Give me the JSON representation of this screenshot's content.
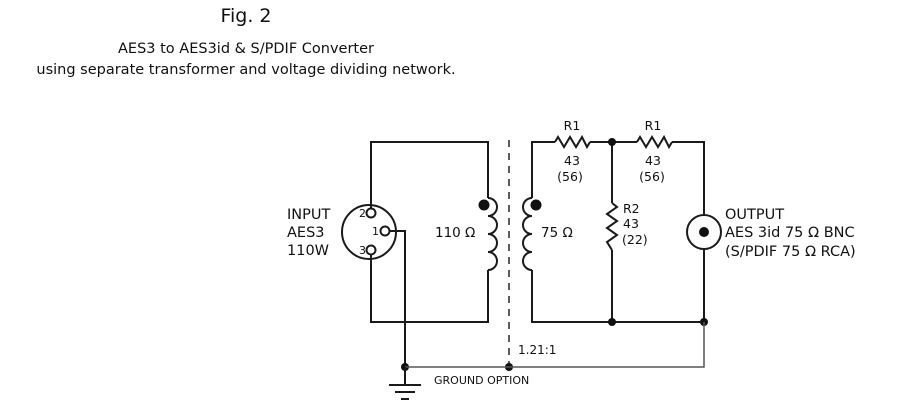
{
  "figure": {
    "title": "Fig. 2",
    "subtitle_line1": "AES3 to AES3id & S/PDIF Converter",
    "subtitle_line2": "using separate transformer and voltage dividing network."
  },
  "input": {
    "label_line1": "INPUT",
    "label_line2": "AES3",
    "label_line3": "110W",
    "pins": [
      "2",
      "1",
      "3"
    ]
  },
  "transformer": {
    "primary_impedance": "110 Ω",
    "secondary_impedance": "75 Ω",
    "ratio": "1.21:1"
  },
  "resistors": {
    "r1_left": {
      "name": "R1",
      "value": "43",
      "alt_value": "(56)"
    },
    "r1_right": {
      "name": "R1",
      "value": "43",
      "alt_value": "(56)"
    },
    "r2": {
      "name": "R2",
      "value": "43",
      "alt_value": "(22)"
    }
  },
  "output": {
    "label_line1": "OUTPUT",
    "label_line2": "AES 3id 75 Ω BNC",
    "label_line3": "(S/PDIF 75 Ω RCA)"
  },
  "ground": {
    "label": "GROUND  OPTION"
  }
}
